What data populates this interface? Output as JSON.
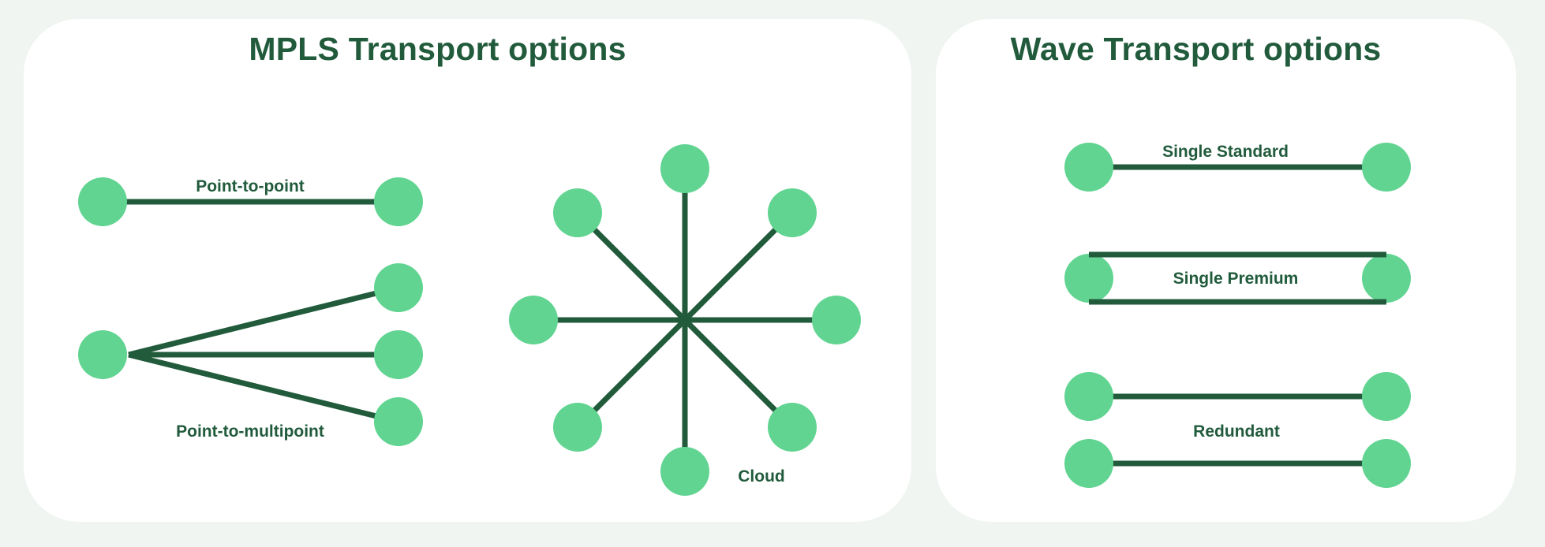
{
  "colors": {
    "background": "#F0F5F1",
    "panel": "#FFFFFF",
    "node": "#61D491",
    "line": "#215B3C",
    "text": "#215B3C"
  },
  "mpls_panel": {
    "title": "MPLS Transport options",
    "point_to_point": {
      "label": "Point-to-point",
      "node_count": 2,
      "link_count": 1
    },
    "point_to_multipoint": {
      "label": "Point-to-multipoint",
      "hub_count": 1,
      "leaf_count": 3
    },
    "cloud": {
      "label": "Cloud",
      "node_count": 8
    }
  },
  "wave_panel": {
    "title": "Wave Transport options",
    "single_standard": {
      "label": "Single Standard",
      "node_count": 2,
      "link_count": 1
    },
    "single_premium": {
      "label": "Single Premium",
      "node_count": 2,
      "link_count": 2
    },
    "redundant": {
      "label": "Redundant",
      "node_count": 4,
      "link_count": 2
    }
  }
}
